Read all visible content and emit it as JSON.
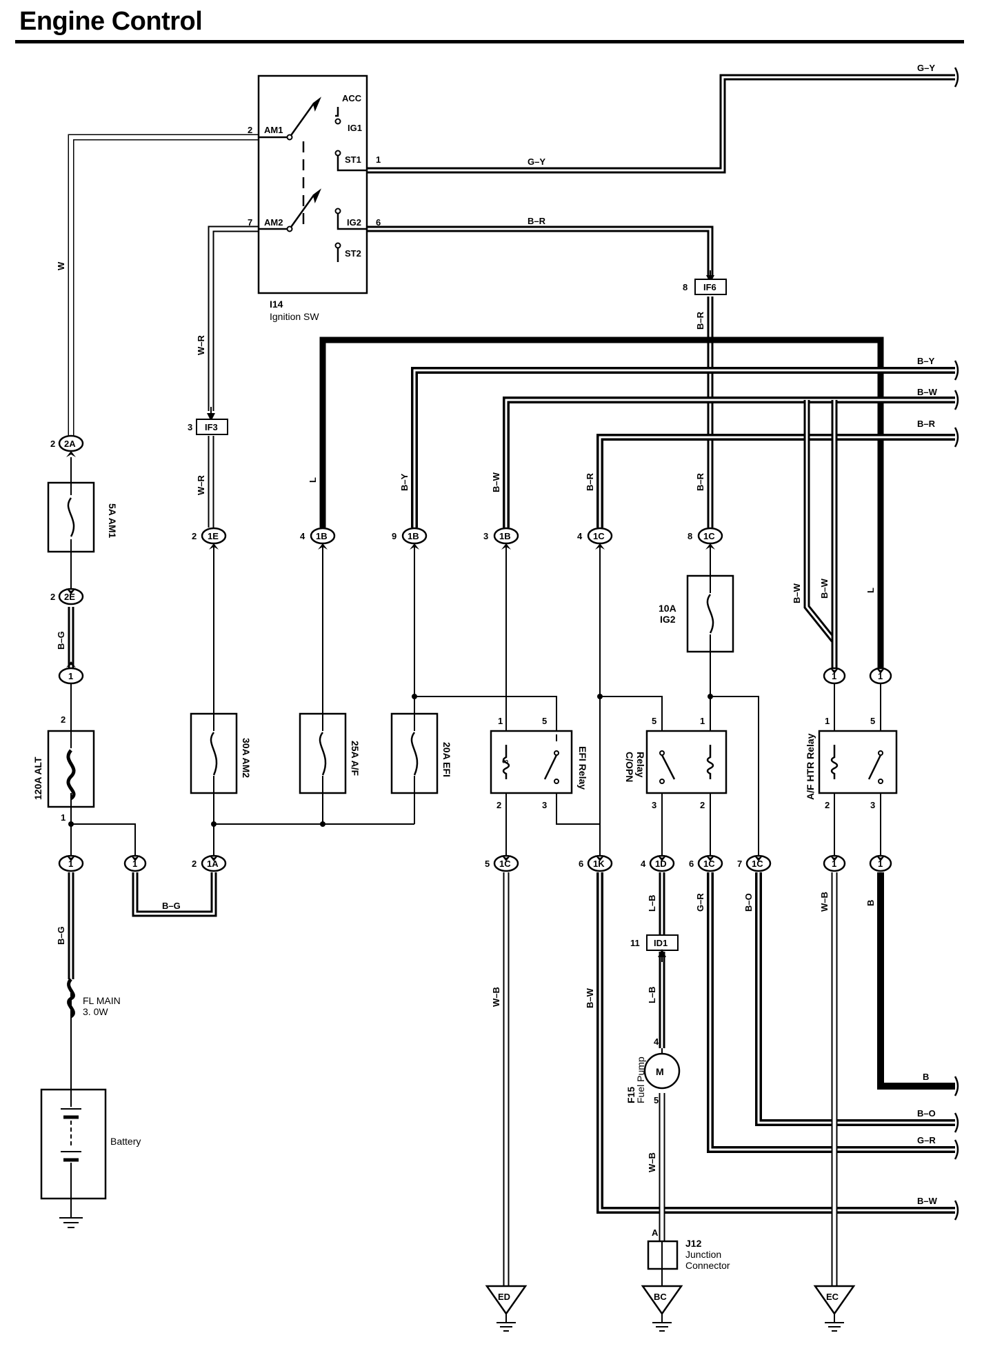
{
  "title": "Engine Control",
  "ignition_switch": {
    "code": "I14",
    "name": "Ignition SW",
    "terminals": [
      "ACC",
      "AM1",
      "IG1",
      "ST1",
      "AM2",
      "IG2",
      "ST2"
    ],
    "pins": {
      "am1": "2",
      "st1": "1",
      "am2": "7",
      "ig2": "6"
    }
  },
  "connectors": {
    "if6": "IF6",
    "if6_pin": "8",
    "if3": "IF3",
    "if3_pin": "3",
    "id1": "ID1",
    "id1_pin": "11"
  },
  "wires": {
    "gy_top": "G–Y",
    "gy_sw": "G–Y",
    "br_sw": "B–R",
    "w_left": "W",
    "wr_upper": "W–R",
    "wr_lower": "W–R",
    "br_down": "B–R",
    "by_right": "B–Y",
    "bw_right": "B–W",
    "br_right": "B–R",
    "l_col": "L",
    "by_col": "B–Y",
    "bw_col": "B–W",
    "br_col": "B–R",
    "br_col2": "B–R",
    "bw_htr1": "B–W",
    "bw_htr2": "B–W",
    "l_htr": "L",
    "bg1": "B–G",
    "bg2": "B–G",
    "bg3": "B–G",
    "wb_ed": "W–B",
    "bw_1k": "B–W",
    "lb1": "L–B",
    "lb2": "L–B",
    "gr": "G–R",
    "bo": "B–O",
    "wb_htr": "W–B",
    "b_htr": "B",
    "wb_pump": "W–B",
    "b_right": "B",
    "bo_right": "B–O",
    "gr_right": "G–R",
    "bw_bottom": "B–W"
  },
  "junctions": {
    "2a": "2A",
    "2a_pin": "2",
    "2e": "2E",
    "2e_pin": "2",
    "1e": "1E",
    "1e_pin": "2",
    "1b_l": "1B",
    "1b_l_pin": "4",
    "1b_by": "1B",
    "1b_by_pin": "9",
    "1b_bw": "1B",
    "1b_bw_pin": "3",
    "1c_br": "1C",
    "1c_br_pin": "4",
    "1c_ig": "1C",
    "1c_ig_pin": "8",
    "one": "1",
    "1a": "1A",
    "1a_pin": "2",
    "1c_5": "1C",
    "1c_5_pin": "5",
    "1k": "1K",
    "1k_pin": "6",
    "1d": "1D",
    "1d_pin": "4",
    "1c_6": "1C",
    "1c_6_pin": "6",
    "1c_7": "1C",
    "1c_7_pin": "7"
  },
  "fuses": {
    "am1": "5A AM1",
    "ig2_amp": "10A",
    "ig2_name": "IG2",
    "alt": "120A ALT",
    "alt_pin_top": "2",
    "alt_pin_bot": "1",
    "am2": "30A AM2",
    "af": "25A A/F",
    "efi": "20A EFI",
    "fl_main1": "FL MAIN",
    "fl_main2": "3. 0W"
  },
  "relays": {
    "efi": "EFI Relay",
    "copn1": "C/OPN",
    "copn2": "Relay",
    "afhtr": "A/F HTR Relay",
    "pin1": "1",
    "pin2": "2",
    "pin3": "3",
    "pin5": "5"
  },
  "components": {
    "battery": "Battery",
    "pump_code": "F15",
    "pump_name": "Fuel Pump",
    "pump_m": "M",
    "pump_pin4": "4",
    "pump_pin5": "5",
    "j12_code": "J12",
    "j12_l1": "Junction",
    "j12_l2": "Connector",
    "j12_pin": "A"
  },
  "grounds": [
    "ED",
    "BC",
    "EC"
  ]
}
